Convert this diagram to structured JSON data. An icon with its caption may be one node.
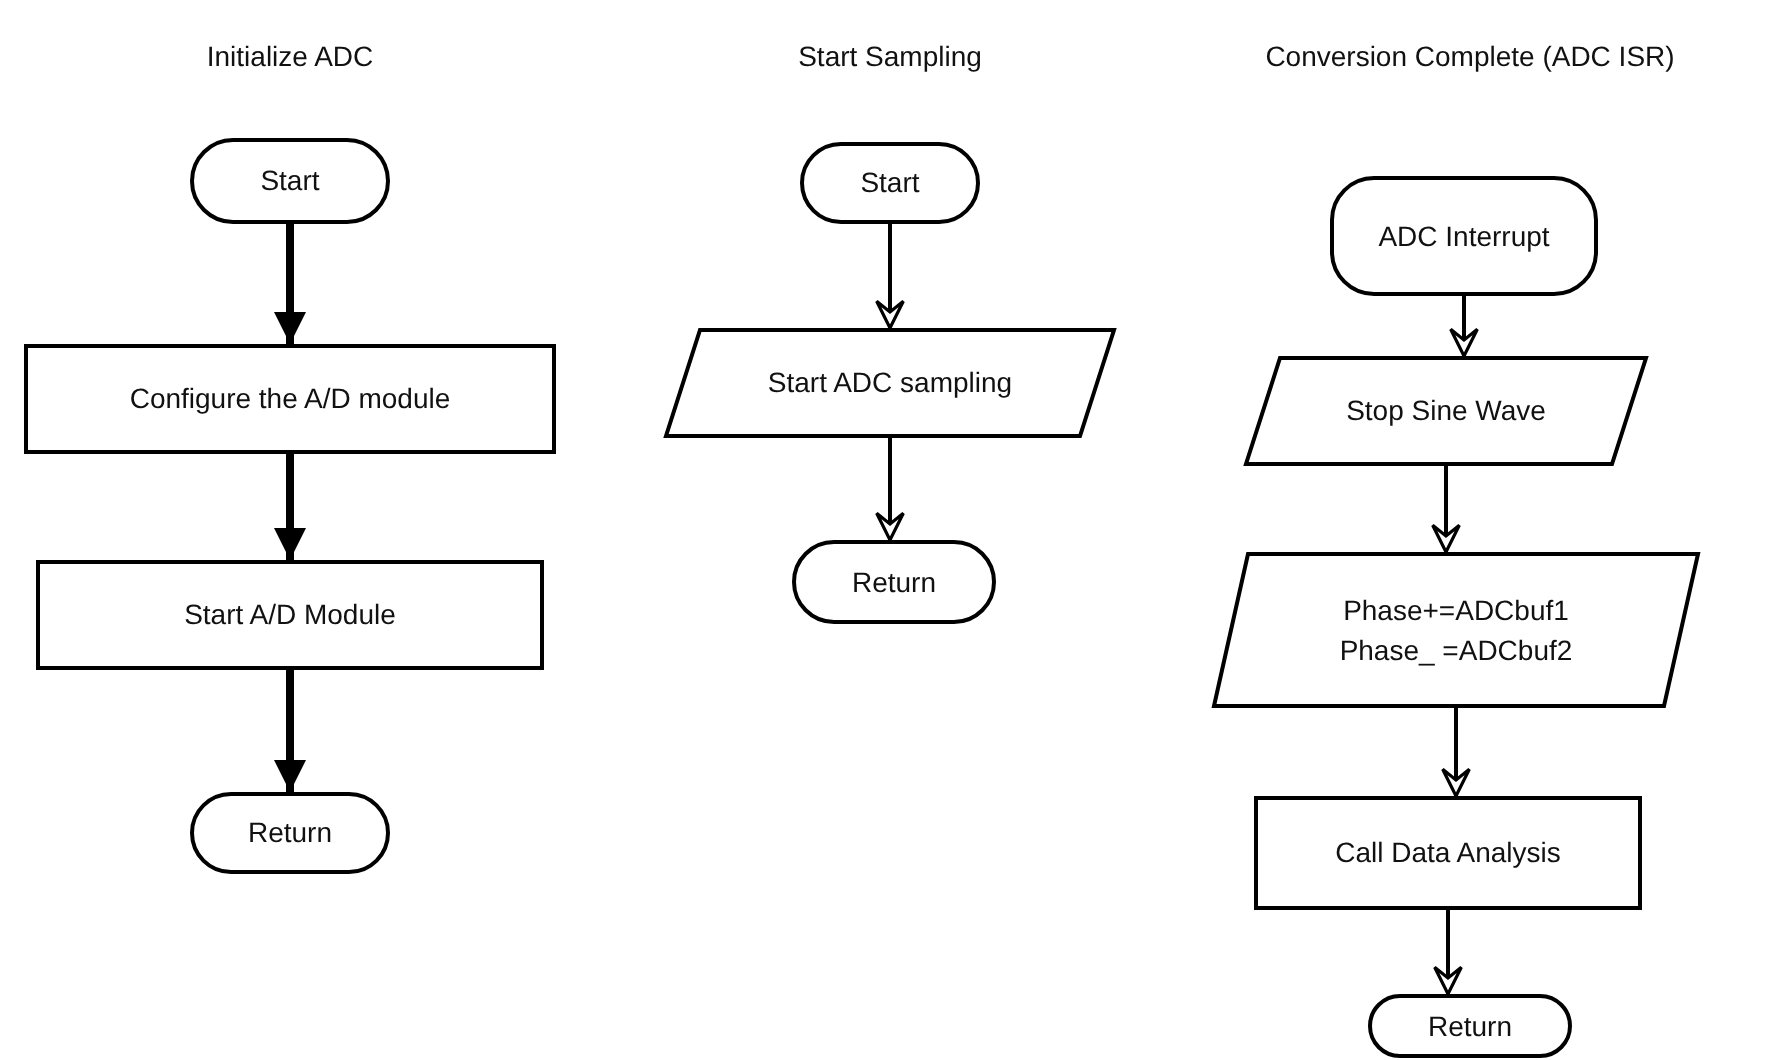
{
  "diagram": {
    "nodes": [
      {
        "text": [
          "Start"
        ]
      },
      {
        "text": [
          "Configure the A/D module"
        ]
      },
      {
        "text": [
          "Start A/D Module"
        ]
      },
      {
        "text": [
          "Return"
        ]
      },
      {
        "text": [
          "Start"
        ]
      },
      {
        "text": [
          "Start ADC sampling"
        ]
      },
      {
        "text": [
          "Return"
        ]
      },
      {
        "text": [
          "ADC Interrupt"
        ]
      },
      {
        "text": [
          "Stop Sine Wave"
        ]
      },
      {
        "text": [
          "Phase+=ADCbuf1",
          "Phase_ =ADCbuf2"
        ]
      },
      {
        "text": [
          "Call Data Analysis"
        ]
      },
      {
        "text": [
          "Return"
        ]
      }
    ],
    "edges": [
      {
        "from": 0,
        "to": 1,
        "arrow": "to",
        "style": "thick"
      },
      {
        "from": 1,
        "to": 2,
        "arrow": "to",
        "style": "thick"
      },
      {
        "from": 2,
        "to": 3,
        "arrow": "to",
        "style": "thick"
      },
      {
        "from": 4,
        "to": 5,
        "arrow": "to"
      },
      {
        "from": 5,
        "to": 6,
        "arrow": "to"
      },
      {
        "from": 7,
        "to": 8,
        "arrow": "to"
      },
      {
        "from": 8,
        "to": 9,
        "arrow": "to"
      },
      {
        "from": 9,
        "to": 10,
        "arrow": "to"
      },
      {
        "from": 10,
        "to": 11,
        "arrow": "to"
      }
    ],
    "labels": [
      "Initialize ADC",
      "Start Sampling",
      "Conversion Complete (ADC ISR)"
    ]
  }
}
